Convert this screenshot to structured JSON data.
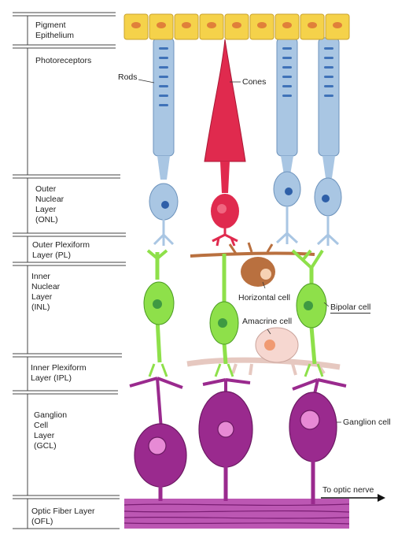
{
  "layers": [
    {
      "id": "pigment",
      "lines": [
        "Pigment",
        "Epithelium"
      ]
    },
    {
      "id": "photoreceptors",
      "lines": [
        "Photoreceptors"
      ]
    },
    {
      "id": "onl",
      "lines": [
        "Outer",
        "Nuclear",
        "Layer",
        "(ONL)"
      ]
    },
    {
      "id": "opl",
      "lines": [
        "Outer Plexiform",
        "Layer (PL)"
      ]
    },
    {
      "id": "inl",
      "lines": [
        "Inner",
        "Nuclear",
        "Layer",
        "(INL)"
      ]
    },
    {
      "id": "ipl",
      "lines": [
        "Inner Plexiform",
        "Layer (IPL)"
      ]
    },
    {
      "id": "gcl",
      "lines": [
        "Ganglion",
        "Cell",
        "Layer",
        "(GCL)"
      ]
    },
    {
      "id": "ofl",
      "lines": [
        "Optic Fiber Layer",
        "(OFL)"
      ]
    }
  ],
  "cell_labels": {
    "rods": "Rods",
    "cones": "Cones",
    "horizontal": "Horizontal cell",
    "bipolar": "Bipolar cell",
    "amacrine": "Amacrine cell",
    "ganglion": "Ganglion cell",
    "optic_nerve": "To optic nerve"
  },
  "colors": {
    "pigment_fill": "#f5d24a",
    "pigment_nucleus": "#e0803a",
    "rod": "#a9c6e3",
    "rod_disc": "#3f72b8",
    "cone": "#e02a4e",
    "bipolar": "#8ee04a",
    "horizontal": "#b9703f",
    "amacrine": "#f6d7d0",
    "ganglion": "#9a2a8e",
    "ganglion_nucleus": "#e78ad5",
    "fiber": "#b03aa6"
  }
}
